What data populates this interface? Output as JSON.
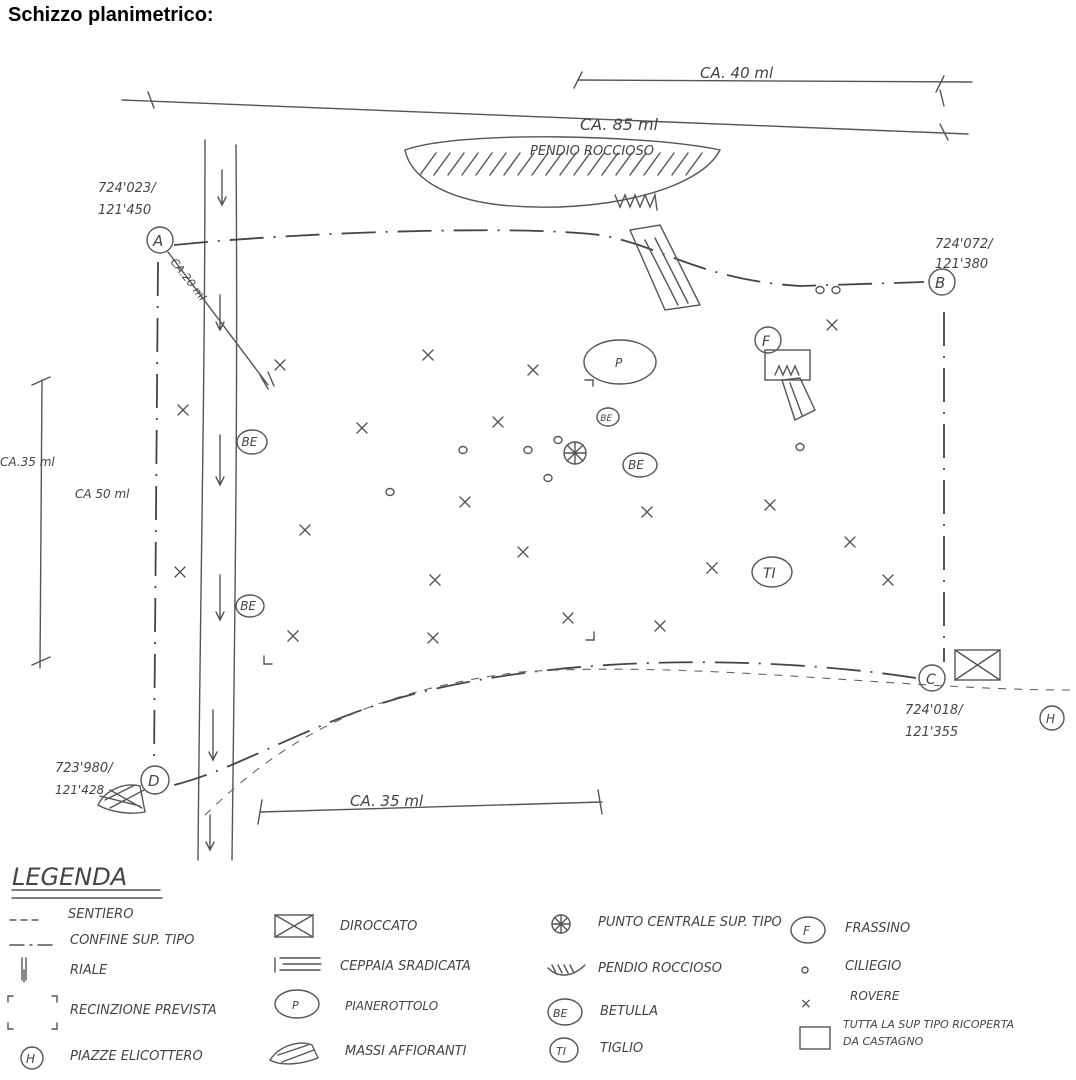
{
  "title": "Schizzo planimetrico:",
  "dimensions": {
    "top_40": "CA. 40 ml",
    "top_85": "CA. 85 ml",
    "diag_20": "CA.20 ml",
    "left_35": "CA.35 ml",
    "left_50": "CA 50 ml",
    "bottom_35": "CA. 35 ml"
  },
  "features": {
    "pendio": "PENDIO ROCCIOSO",
    "p": "P",
    "f": "F",
    "ti": "TI",
    "be": "BE",
    "h": "H"
  },
  "points": [
    {
      "id": "A",
      "coord1": "724'023/",
      "coord2": "121'450"
    },
    {
      "id": "B",
      "coord1": "724'072/",
      "coord2": "121'380"
    },
    {
      "id": "C",
      "coord1": "724'018/",
      "coord2": "121'355"
    },
    {
      "id": "D",
      "coord1": "723'980/",
      "coord2": "121'428"
    }
  ],
  "legend": {
    "title": "LEGENDA",
    "items": [
      "SENTIERO",
      "CONFINE SUP. TIPO",
      "RIALE",
      "RECINZIONE PREVISTA",
      "PIAZZE ELICOTTERO",
      "DIROCCATO",
      "CEPPAIA SRADICATA",
      "PIANEROTTOLO",
      "MASSI AFFIORANTI",
      "PUNTO CENTRALE SUP. TIPO",
      "PENDIO ROCCIOSO",
      "BETULLA",
      "TIGLIO",
      "FRASSINO",
      "CILIEGIO",
      "ROVERE",
      "TUTTA LA SUP TIPO RICOPERTA DA CASTAGNO"
    ],
    "symbols": {
      "p": "P",
      "h": "H",
      "be": "BE",
      "ti": "TI",
      "f": "F"
    }
  },
  "colors": {
    "ink": "#444444"
  }
}
